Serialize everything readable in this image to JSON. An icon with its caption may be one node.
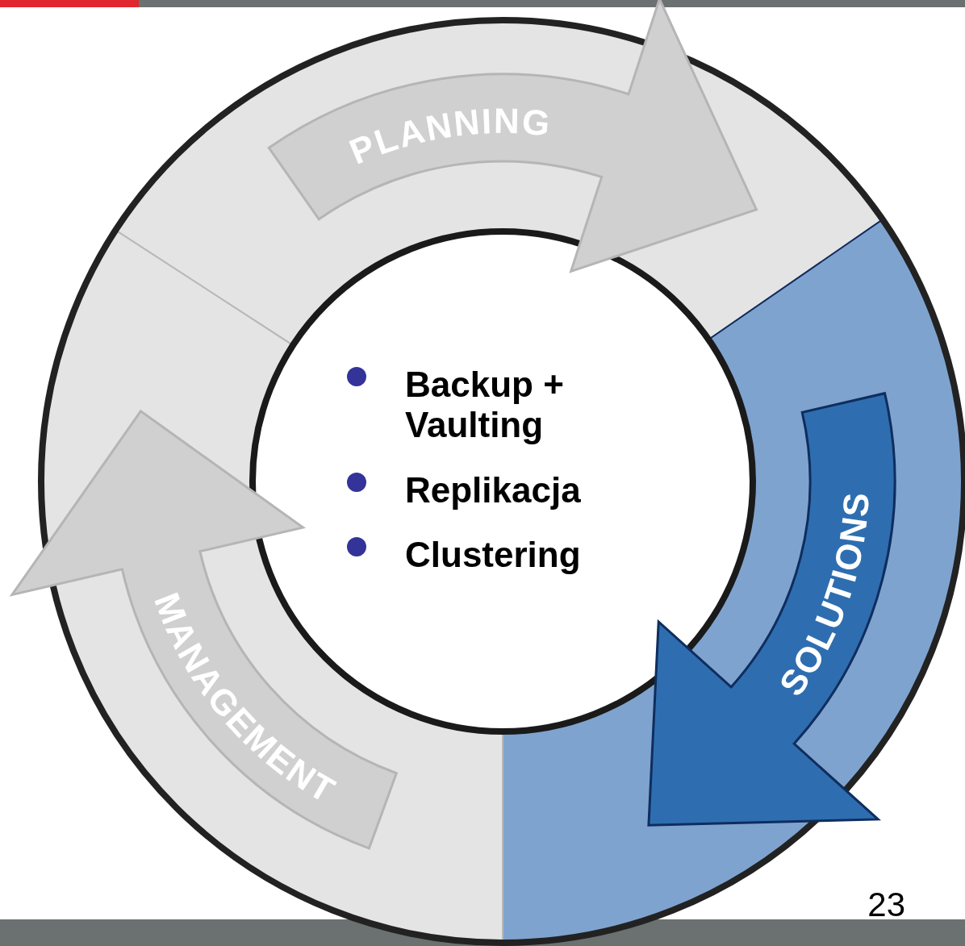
{
  "diagram": {
    "nodes": [
      {
        "text": [
          "PLANNING"
        ]
      },
      {
        "text": [
          "SOLUTIONS"
        ]
      },
      {
        "text": [
          "MANAGEMENT"
        ]
      },
      {
        "text": [
          "Backup + Vaulting",
          "Replikacja",
          "Clustering"
        ]
      }
    ],
    "labels": [
      "23"
    ]
  }
}
